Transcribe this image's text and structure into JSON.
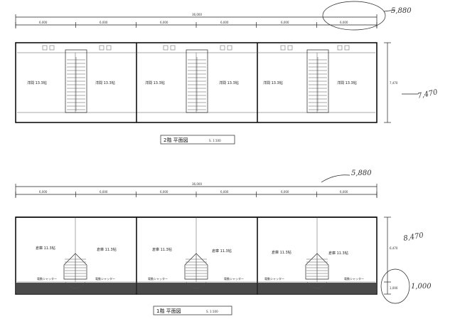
{
  "top_plan": {
    "caption": "2階 平面図",
    "scale": "S. 1:100",
    "overall_dim": "36,000",
    "bay_dims": [
      "6,000",
      "6,000",
      "6,000",
      "6,000",
      "6,000",
      "6,000"
    ],
    "depth_dim": "7,470",
    "rooms": [
      "洋間 13.3帖",
      "洋間 13.3帖",
      "洋間 13.3帖",
      "洋間 13.3帖",
      "洋間 13.3帖",
      "洋間 13.3帖"
    ]
  },
  "bottom_plan": {
    "caption": "1階 平面図",
    "scale": "S. 1:100",
    "overall_dim": "36,000",
    "bay_dims": [
      "6,000",
      "6,000",
      "6,000",
      "6,000",
      "6,000",
      "6,000"
    ],
    "depth_dim_a": "6,470",
    "depth_dim_b": "1,000",
    "rooms": [
      "倉庫 11.3帖",
      "倉庫 11.3帖",
      "倉庫 11.3帖",
      "倉庫 11.3帖",
      "倉庫 11.3帖",
      "倉庫 11.3帖"
    ],
    "shutter_labels": [
      "電動シャッター",
      "電動シャッター",
      "電動シャッター",
      "電動シャッター",
      "電動シャッター",
      "電動シャッター"
    ]
  },
  "annotations": {
    "top_right_dim": "5,880",
    "top_side_dim": "7,470",
    "mid_right_dim": "5,880",
    "lower_side_dim": "8,470",
    "lower_small_dim": "1,000"
  }
}
